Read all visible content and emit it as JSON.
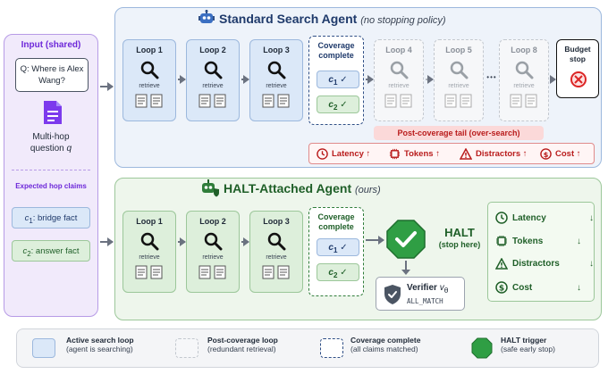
{
  "input": {
    "title": "Input (shared)",
    "question": "Q: Where is Alex Wang?",
    "multihop_line1": "Multi-hop",
    "multihop_line2": "question",
    "q_symbol": "q",
    "expected_title": "Expected hop claims",
    "claim1_sym": "c",
    "claim1_sub": "1",
    "claim1_text": ": bridge fact",
    "claim2_sym": "c",
    "claim2_sub": "2",
    "claim2_text": ": answer fact"
  },
  "standard": {
    "title": "Standard Search Agent",
    "subtitle": "(no stopping policy)",
    "loops": [
      "Loop 1",
      "Loop 2",
      "Loop 3"
    ],
    "ghost_loops": [
      "Loop 4",
      "Loop 5",
      "Loop 8"
    ],
    "retrieve": "retrieve",
    "coverage_line1": "Coverage",
    "coverage_line2": "complete",
    "c1_sub": "1",
    "c2_sub": "2",
    "c_sym": "c",
    "check": "✓",
    "ellipsis": "•••",
    "budget_line1": "Budget",
    "budget_line2": "stop",
    "tail_label": "Post-coverage tail (over-search)",
    "metrics": [
      {
        "label": "Latency ↑"
      },
      {
        "label": "Tokens ↑"
      },
      {
        "label": "Distractors ↑"
      },
      {
        "label": "Cost ↑"
      }
    ]
  },
  "halt": {
    "title": "HALT-Attached Agent",
    "subtitle": "(ours)",
    "loops": [
      "Loop 1",
      "Loop 2",
      "Loop 3"
    ],
    "retrieve": "retrieve",
    "coverage_line1": "Coverage",
    "coverage_line2": "complete",
    "halt_label": "HALT",
    "halt_sub": "(stop here)",
    "verifier_label": "Verifier",
    "verifier_sym": "v",
    "verifier_sub": "θ",
    "verifier_code": "ALL_MATCH",
    "metrics": [
      {
        "label": "Latency",
        "arrow": "↓"
      },
      {
        "label": "Tokens",
        "arrow": "↓"
      },
      {
        "label": "Distractors",
        "arrow": "↓"
      },
      {
        "label": "Cost",
        "arrow": "↓"
      }
    ]
  },
  "legend": [
    {
      "title": "Active search loop",
      "sub": "(agent is searching)"
    },
    {
      "title": "Post-coverage loop",
      "sub": "(redundant retrieval)"
    },
    {
      "title": "Coverage complete",
      "sub": "(all claims matched)"
    },
    {
      "title": "HALT trigger",
      "sub": "(safe early stop)"
    }
  ],
  "colors": {
    "blue_accent": "#2f4f86",
    "green_accent": "#2f7d3a",
    "red_accent": "#b91c1c",
    "purple_accent": "#7c3aed"
  }
}
